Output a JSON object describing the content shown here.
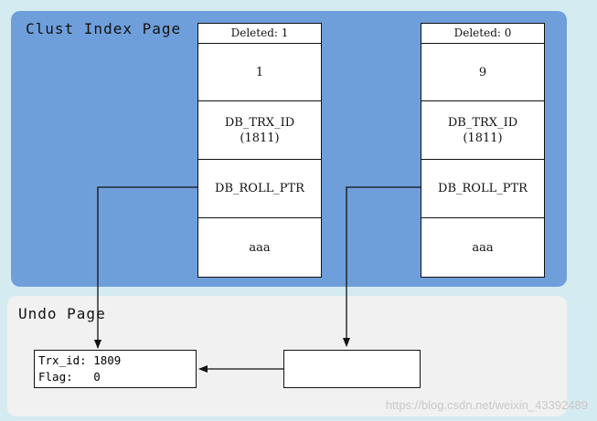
{
  "clust_panel": {
    "title": "Clust Index Page"
  },
  "undo_panel": {
    "title": "Undo Page"
  },
  "records": [
    {
      "deleted_label": "Deleted: 1",
      "value": "1",
      "trx_id_label": "DB_TRX_ID",
      "trx_id_value": "(1811)",
      "roll_ptr_label": "DB_ROLL_PTR",
      "data": "aaa"
    },
    {
      "deleted_label": "Deleted: 0",
      "value": "9",
      "trx_id_label": "DB_TRX_ID",
      "trx_id_value": "(1811)",
      "roll_ptr_label": "DB_ROLL_PTR",
      "data": "aaa"
    }
  ],
  "undo_records": [
    {
      "line1": "Trx_id: 1809",
      "line2": "Flag:   0"
    },
    {
      "line1": "",
      "line2": ""
    }
  ],
  "watermark": "https://blog.csdn.net/weixin_43392489"
}
